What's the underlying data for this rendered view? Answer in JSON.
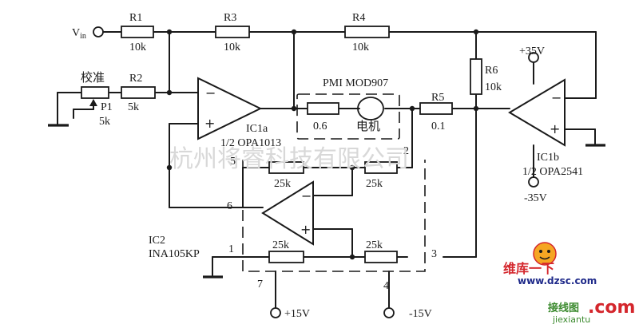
{
  "labels": {
    "vin": "V",
    "vin_sub": "in",
    "r1": "R1",
    "r1_val": "10k",
    "r3": "R3",
    "r3_val": "10k",
    "r4": "R4",
    "r4_val": "10k",
    "calib": "校准",
    "r2": "R2",
    "r2_val": "5k",
    "p1": "P1",
    "p1_val": "5k",
    "motor_model": "PMI MOD907",
    "motor_res": "0.6",
    "motor": "电机",
    "r5": "R5",
    "r5_val": "0.1",
    "r6": "R6",
    "r6_val": "10k",
    "ic1a": "IC1a",
    "ic1a_part": "1/2 OPA1013",
    "ic1b": "IC1b",
    "ic1b_part": "1/2 OPA2541",
    "plus35": "+35V",
    "minus35": "-35V",
    "ic2": "IC2",
    "ic2_part": "INA105KP",
    "pin1": "1",
    "pin2": "2",
    "pin3": "3",
    "pin4": "4",
    "pin5": "5",
    "pin6": "6",
    "pin7": "7",
    "ina_r_top_left": "25k",
    "ina_r_top_right": "25k",
    "ina_r_bot_left": "25k",
    "ina_r_bot_right": "25k",
    "plus15": "+15V",
    "minus15": "-15V",
    "minus_sign": "−",
    "plus_sign": "+"
  },
  "watermark": {
    "company": "杭州将睿科技有限公司",
    "brand": "维库一下",
    "site": "www.dzsc.com",
    "logo_text": "接线图",
    "logo_com": ".com",
    "logo_site": "jiexiantu"
  }
}
